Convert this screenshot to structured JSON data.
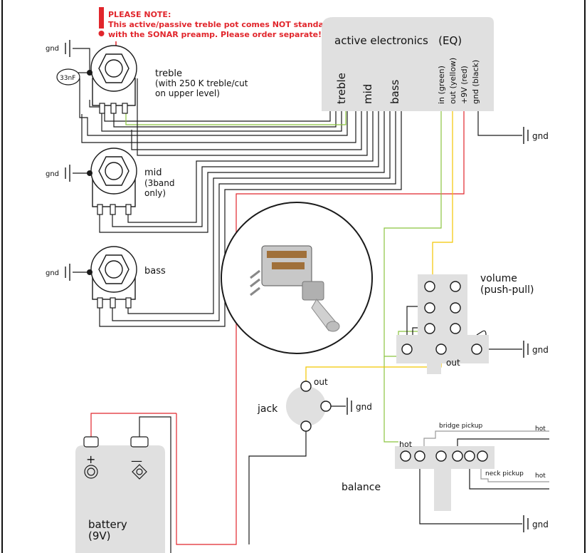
{
  "notice": {
    "title": "PLEASE NOTE:",
    "line1": "This active/passive treble pot comes NOT standard",
    "line2": "with the SONAR preamp. Please order separate!"
  },
  "eq_module": {
    "title": "active electronics   (EQ)",
    "controls": [
      "treble",
      "mid",
      "bass"
    ],
    "connections": [
      "in (green)",
      "out (yellow)",
      "+9V (red)",
      "gnd (black)"
    ]
  },
  "pots": {
    "treble": {
      "label": "treble",
      "sub1": "(with 250 K treble/cut",
      "sub2": "on upper level)",
      "capacitor": "33nF"
    },
    "mid": {
      "label": "mid",
      "sub1": "(3band",
      "sub2": "only)"
    },
    "bass": {
      "label": "bass"
    }
  },
  "ground_label": "gnd",
  "volume": {
    "label1": "volume",
    "label2": "(push-pull)",
    "out": "out"
  },
  "jack": {
    "label": "jack",
    "out": "out"
  },
  "balance": {
    "label": "balance",
    "hot": "hot",
    "bridge": "bridge pickup",
    "neck": "neck pickup",
    "hot_right": "hot"
  },
  "battery": {
    "label1": "battery",
    "label2": "(9V)",
    "plus": "+",
    "minus": "—"
  },
  "colors": {
    "green": "#8bc43f",
    "yellow": "#f2c600",
    "red": "#e1262c",
    "black": "#1a1a1a",
    "plate": "#e0e0e0"
  }
}
